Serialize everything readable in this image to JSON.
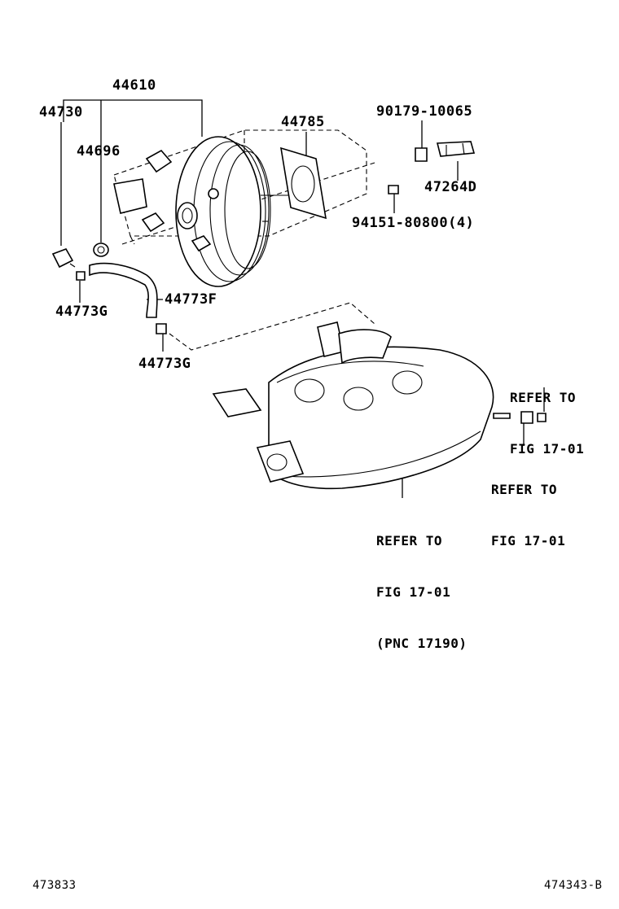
{
  "labels": {
    "p44610": "44610",
    "p44730": "44730",
    "p44696": "44696",
    "p44785": "44785",
    "p90179": "90179-10065",
    "p47264d": "47264D",
    "p94151": "94151-80800(4)",
    "p44773f": "44773F",
    "p44773g_a": "44773G",
    "p44773g_b": "44773G"
  },
  "refs": {
    "ref1": [
      "REFER TO",
      "FIG 17-01"
    ],
    "ref2": [
      "REFER TO",
      "FIG 17-01"
    ],
    "ref3": [
      "REFER TO",
      "FIG 17-01",
      "(PNC 17190)"
    ]
  },
  "footer": {
    "left": "473833",
    "right": "474343-B"
  }
}
